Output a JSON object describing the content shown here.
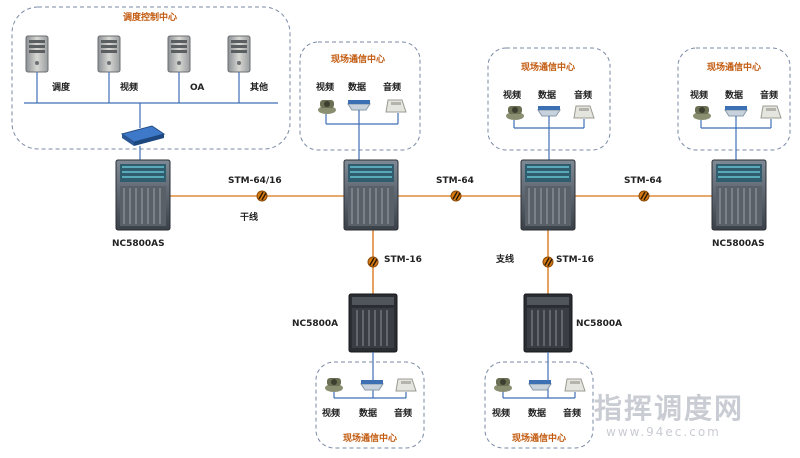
{
  "center_box": {
    "title": "调度控制中心",
    "servers": [
      "调度",
      "视频",
      "OA",
      "其他"
    ]
  },
  "site_box_title": "现场通信中心",
  "service_labels": [
    "视频",
    "数据",
    "音频"
  ],
  "links": {
    "trunk_rate": "STM-64/16",
    "trunk_label": "干线",
    "rate_64_a": "STM-64",
    "rate_64_b": "STM-64",
    "rate_16_a": "STM-16",
    "rate_16_b": "STM-16",
    "branch_label": "支线"
  },
  "nodes": {
    "left_as": "NC5800AS",
    "right_as": "NC5800AS",
    "sub_a": "NC5800A",
    "sub_b": "NC5800A"
  },
  "watermark": {
    "title": "指挥调度网",
    "url": "www.94ec.com"
  }
}
